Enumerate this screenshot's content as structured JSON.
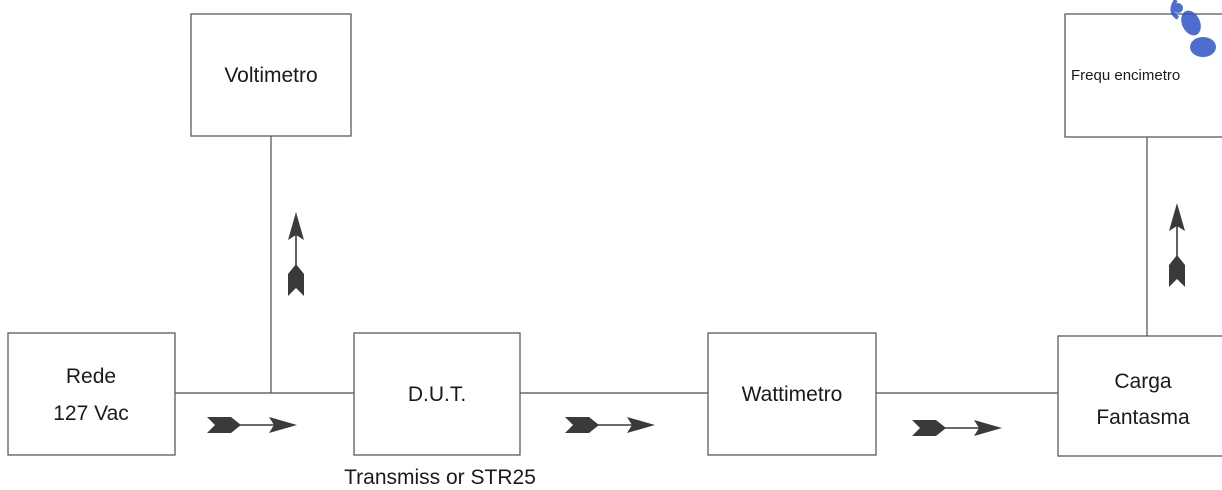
{
  "blocks": {
    "voltimetro": "Voltimetro",
    "frequencimetro": "Frequ encimetro",
    "rede_line1": "Rede",
    "rede_line2": "127 Vac",
    "dut": "D.U.T.",
    "wattimetro": "Wattimetro",
    "carga_line1": "Carga",
    "carga_line2": "Fantasma"
  },
  "captions": {
    "dut_caption": "Transmiss or STR25"
  },
  "colors": {
    "line": "#4d4d4d",
    "box_border": "#5a5a5a",
    "arrow": "#3a3a3a",
    "stamp": "#2f55c8"
  }
}
